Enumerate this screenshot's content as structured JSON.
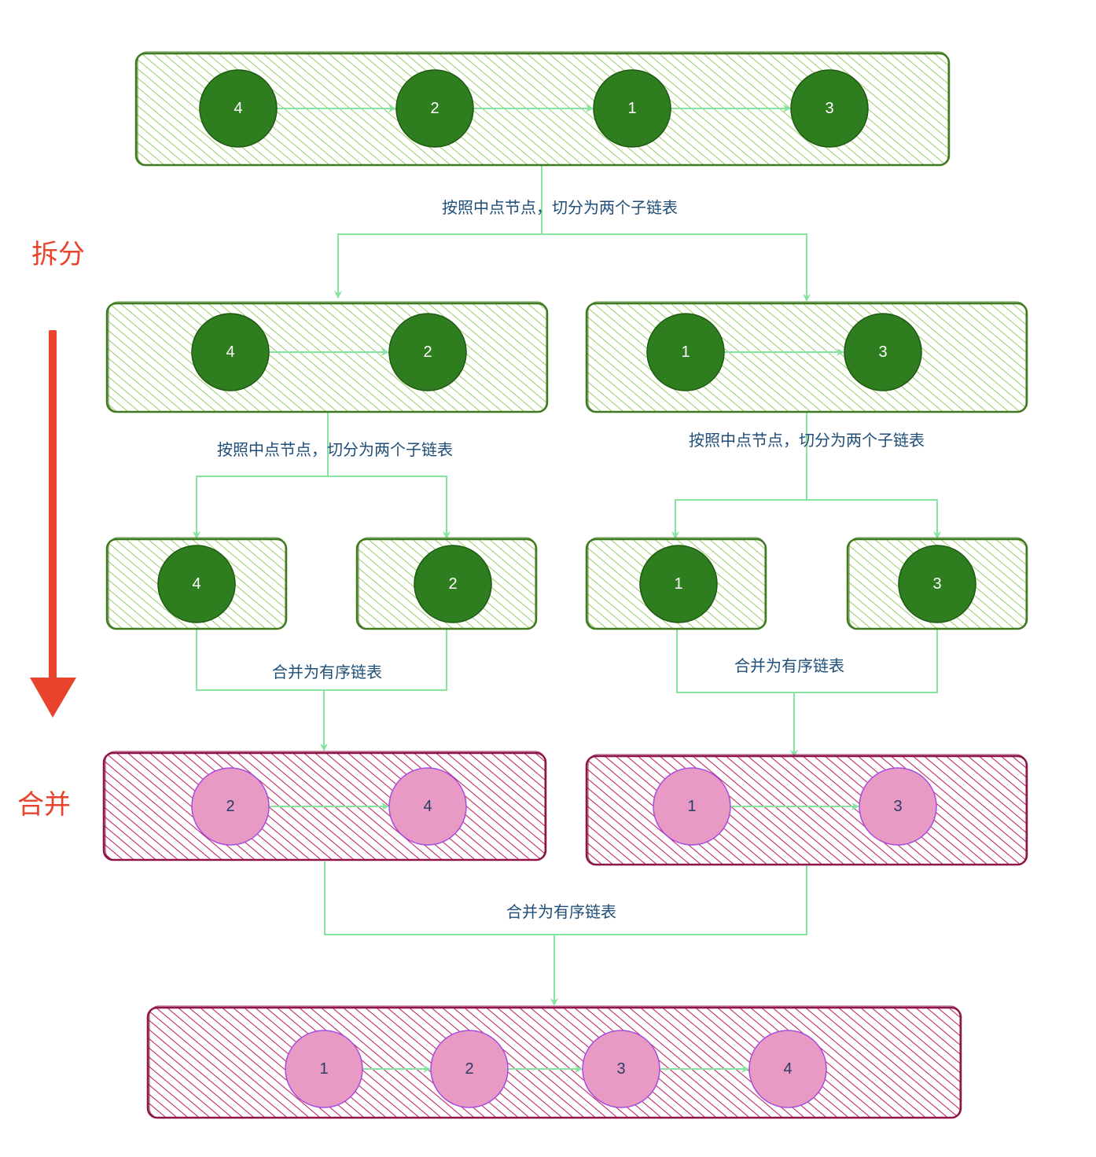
{
  "side_labels": {
    "split": "拆分",
    "merge": "合并"
  },
  "edge_labels": {
    "split_top": "按照中点节点，切分为两个子链表",
    "split_left": "按照中点节点，切分为两个子链表",
    "split_right": "按照中点节点，切分为两个子链表",
    "merge_left": "合并为有序链表",
    "merge_right": "合并为有序链表",
    "merge_final": "合并为有序链表"
  },
  "lists": {
    "original": [
      "4",
      "2",
      "1",
      "3"
    ],
    "left_half": [
      "4",
      "2"
    ],
    "right_half": [
      "1",
      "3"
    ],
    "single_a": [
      "4"
    ],
    "single_b": [
      "2"
    ],
    "single_c": [
      "1"
    ],
    "single_d": [
      "3"
    ],
    "merged_left": [
      "2",
      "4"
    ],
    "merged_right": [
      "1",
      "3"
    ],
    "final": [
      "1",
      "2",
      "3",
      "4"
    ]
  },
  "colors": {
    "split_fill": "#9ccc65",
    "split_stroke": "#3f7a1f",
    "split_node": "#2e7d1f",
    "merge_fill": "#c2185b",
    "merge_stroke": "#8e1548",
    "merge_node": "#e89ac4",
    "merge_node_stroke": "#a64ce0",
    "connector": "#86e3a0",
    "side_arrow": "#e8432c"
  }
}
